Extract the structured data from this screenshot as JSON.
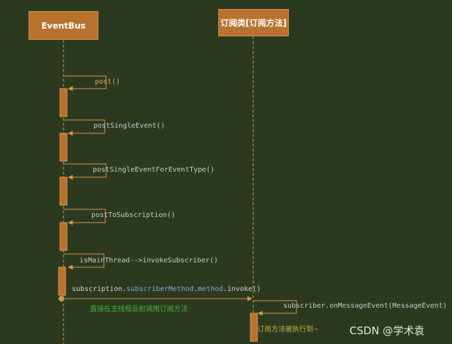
{
  "participants": {
    "eventbus": "EventBus",
    "subscriber": "订阅类[订阅方法]"
  },
  "messages": {
    "post": "post()",
    "post_single_event": "postSingleEvent()",
    "post_single_event_for_type": "postSingleEventForEventType()",
    "post_to_subscription": "postToSubscription()",
    "is_main_thread": "isMainThread-->invokeSubscriber()",
    "invoke": {
      "part1": "subscription.",
      "part2": "subscriberMethod",
      "part3": ".",
      "part4": "method",
      "part5": ".invoke()"
    },
    "on_message_event": "subscriber.onMessageEvent(MessageEvent)"
  },
  "notes": {
    "main_thread_reflect": "直接在主线程反射调用订阅方法",
    "method_executed": "订阅方法被执行到~"
  },
  "watermark": "CSDN @学术袁",
  "colors": {
    "background": "#2b3a1f",
    "header_fill": "#b8722e",
    "activation": "#b8722e",
    "arrow": "#d8964e",
    "note_green": "#41b23a"
  }
}
